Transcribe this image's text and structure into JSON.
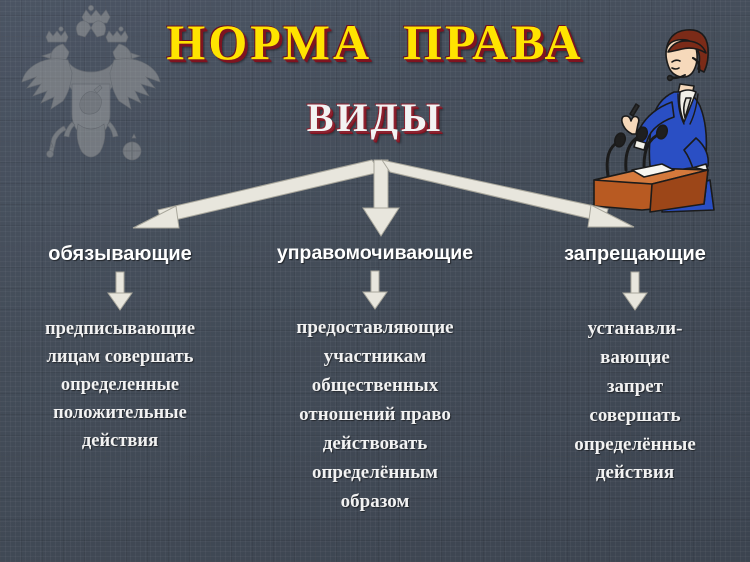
{
  "slide": {
    "background_color": "#434c58",
    "title_color": "#ffe400",
    "title_shadow_color": "#7e1420",
    "subtitle_color": "#f3f3f3",
    "text_color": "#f2f2f2",
    "arrow_color": "#e8e6dd"
  },
  "header": {
    "title": "НОРМА  ПРАВА",
    "subtitle": "ВИДЫ"
  },
  "emblem": {
    "name": "russian-coat-of-arms",
    "description": "Двуглавый орёл"
  },
  "speaker": {
    "name": "speaker-at-podium",
    "description": "Женщина в синем костюме за трибуной с микрофонами"
  },
  "columns": [
    {
      "id": "left",
      "heading": "обязывающие",
      "arrow": "down-arrow",
      "lines": [
        "предписывающие",
        "лицам совершать",
        "определенные",
        "положительные",
        "действия"
      ]
    },
    {
      "id": "middle",
      "heading": "управомочивающие",
      "arrow": "down-arrow",
      "lines": [
        "предоставляющие",
        "участникам",
        "общественных",
        "отношений право",
        "действовать",
        "определённым",
        "образом"
      ]
    },
    {
      "id": "right",
      "heading": "запрещающие",
      "arrow": "down-arrow",
      "lines": [
        "устанавли-",
        "вающие",
        "запрет",
        "совершать",
        "определённые",
        "действия"
      ]
    }
  ],
  "branch_arrows": {
    "name": "three-way-branch-arrows",
    "count": 3,
    "directions": [
      "down-left",
      "down",
      "down-right"
    ]
  }
}
